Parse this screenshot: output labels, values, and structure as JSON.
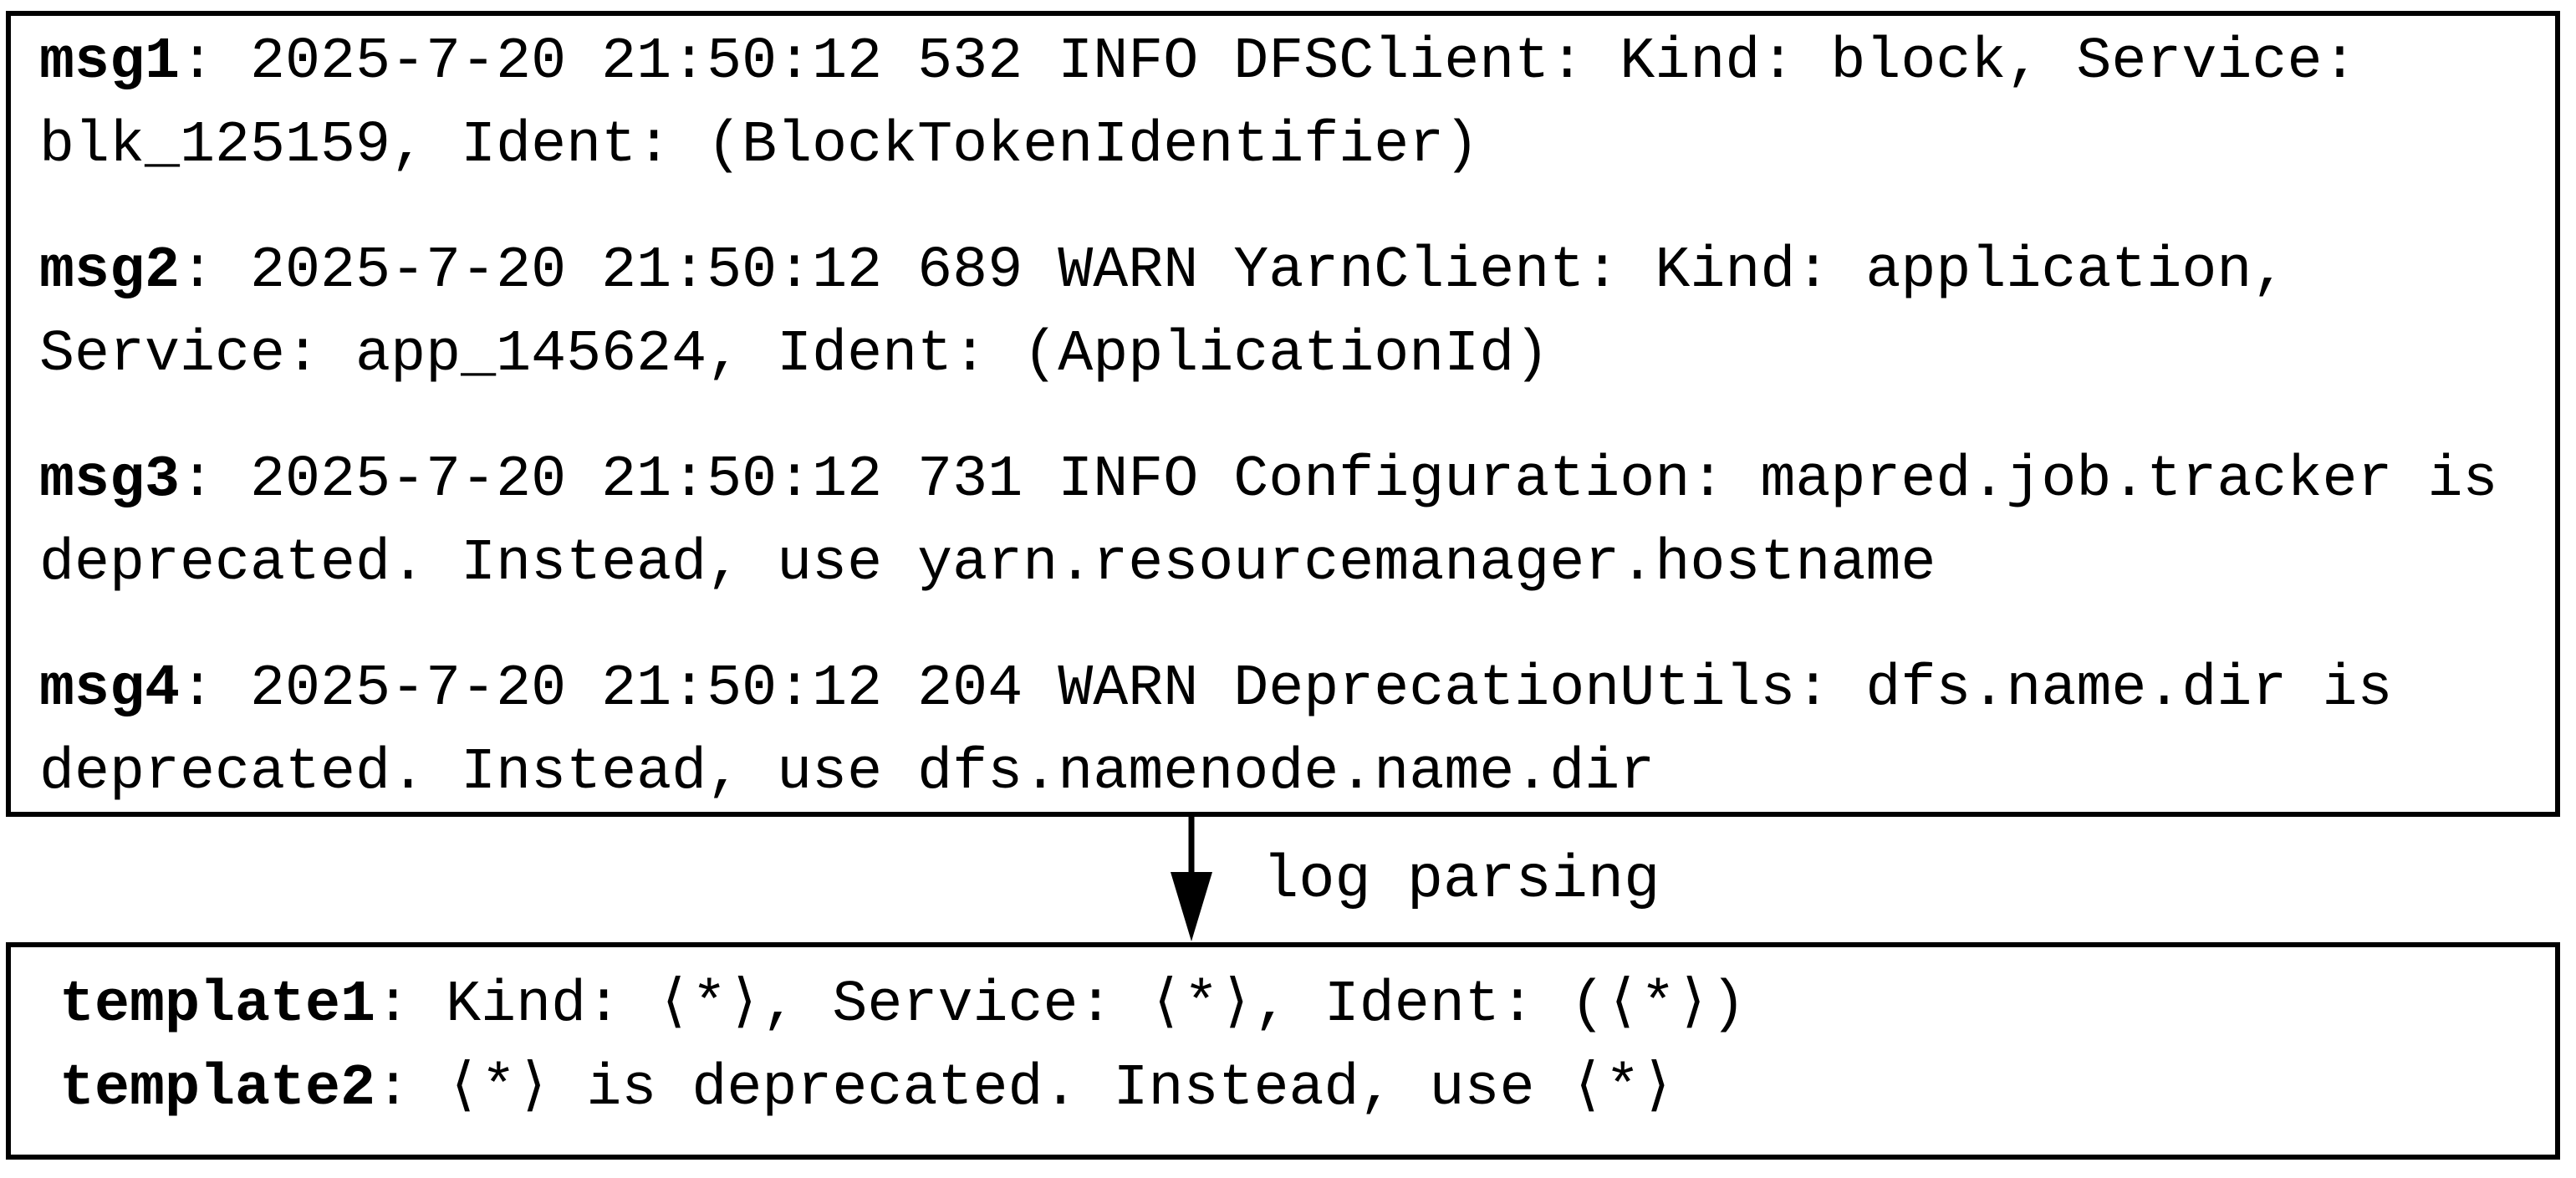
{
  "figure": {
    "log_box": {
      "messages": [
        {
          "label": "msg1",
          "text": ": 2025-7-20 21:50:12 532 INFO DFSClient: Kind: block, Service: blk_125159, Ident: (BlockTokenIdentifier)"
        },
        {
          "label": "msg2",
          "text": ": 2025-7-20 21:50:12 689 WARN YarnClient: Kind: application, Service: app_145624, Ident: (ApplicationId)"
        },
        {
          "label": "msg3",
          "text": ": 2025-7-20 21:50:12 731 INFO Configuration: mapred.job.tracker is deprecated. Instead, use yarn.resourcemanager.hostname"
        },
        {
          "label": "msg4",
          "text": ": 2025-7-20 21:50:12 204 WARN DeprecationUtils: dfs.name.dir is deprecated. Instead, use dfs.namenode.name.dir"
        }
      ]
    },
    "arrow": {
      "label": "log parsing"
    },
    "template_box": {
      "templates": [
        {
          "label": "template1",
          "text": ": Kind: ⟨*⟩, Service: ⟨*⟩, Ident: (⟨*⟩)"
        },
        {
          "label": "template2",
          "text": ": ⟨*⟩ is deprecated. Instead, use ⟨*⟩"
        }
      ]
    },
    "colors": {
      "ink": "#000000",
      "background": "#ffffff"
    }
  }
}
